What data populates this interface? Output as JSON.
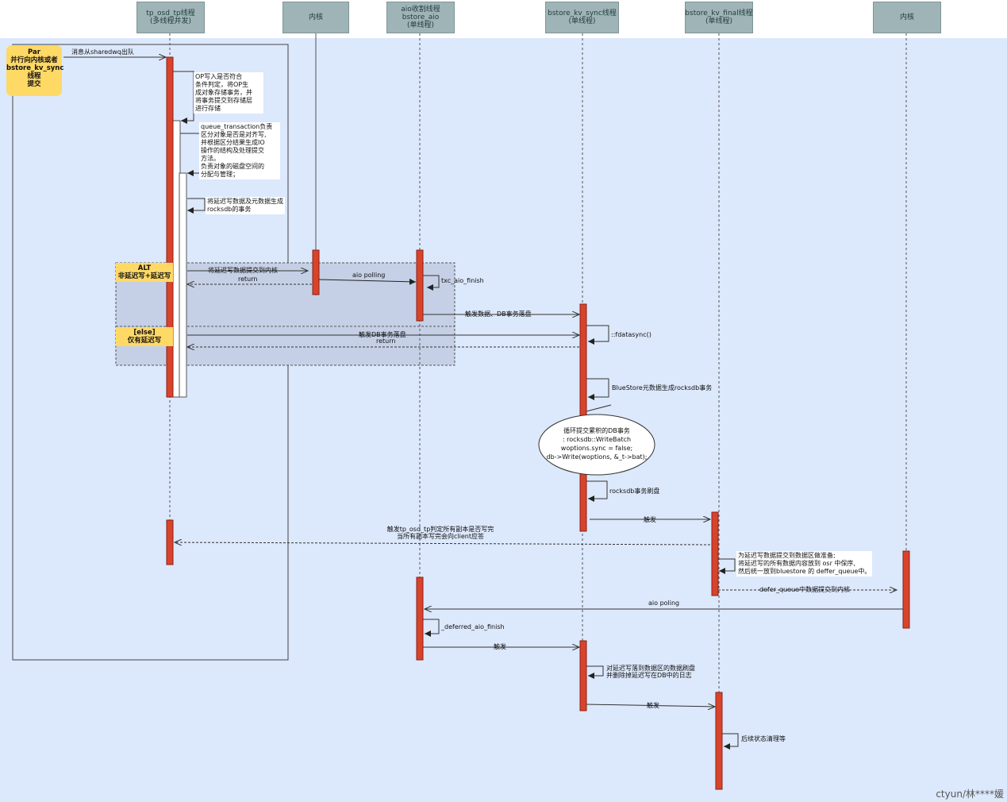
{
  "lifelines": [
    {
      "id": "tp",
      "lines": [
        "tp_osd_tp线程",
        "(多线程并发)"
      ]
    },
    {
      "id": "kernel1",
      "lines": [
        "内核"
      ]
    },
    {
      "id": "aio",
      "lines": [
        "aio收割线程",
        "bstore_aio",
        "(单线程)"
      ]
    },
    {
      "id": "kvsync",
      "lines": [
        "bstore_kv_sync线程",
        "(单线程)"
      ]
    },
    {
      "id": "kvfinal",
      "lines": [
        "bstore_kv_final线程",
        "(单线程)"
      ]
    },
    {
      "id": "kernel2",
      "lines": [
        "内核"
      ]
    }
  ],
  "par_tag": {
    "lines": [
      "Par",
      "并行向内核或者",
      "bstore_kv_sync",
      "线程",
      "提交"
    ]
  },
  "alt_tag": {
    "lines": [
      "ALT",
      "非延迟写+延迟写"
    ]
  },
  "else_tag": {
    "lines": [
      "[else]",
      "仅有延迟写"
    ]
  },
  "messages": {
    "m_dequeue": "消息从sharedwq出队",
    "m_aio_submit": "将延迟写数据提交到内核",
    "m_return1": "return",
    "m_aio_polling": "aio polling",
    "m_txc_aio_finish": "txc_aio_finish",
    "m_trigger_db": "触发数据、DB事务落盘",
    "m_trigger_db2": "触发DB事务落盘",
    "m_return2": "return",
    "m_fdatasync": "::fdatasync()",
    "m_bluestore_meta": "BlueStore元数据生成rocksdb事务",
    "m_rocksdb_flush": "rocksdb事务刷盘",
    "m_trigger1": "触发",
    "m_deferred_aio_finish": "_deferred_aio_finish",
    "m_trigger2": "触发",
    "m_trigger3": "触发",
    "m_aio_poling": "aio poling",
    "m_defer_queue": "defer_queue中数据提交到内核",
    "m_after": "后续状态清理等"
  },
  "notes": {
    "n_op": [
      "OP写入是否符合",
      "条件判定，将OP生",
      "成对象存储事务，并",
      "将事务提交到存储层",
      "进行存储"
    ],
    "n_queue": [
      "queue_transaction负责",
      "区分对象是否是对齐写,",
      "并根据区分结果生成IO",
      "操作的结构及处理提交",
      "方法。",
      "负责对象的磁盘空间的",
      "分配与管理；"
    ],
    "n_defer": [
      "将延迟写数据及元数据生成",
      "rocksdb的事务"
    ],
    "n_loop": [
      "循环提交累积的DB事务",
      ": rocksdb::WriteBatch",
      "woptions.sync = false;",
      "db->Write(woptions, &_t->bat);"
    ],
    "n_reply": [
      "触发tp_osd_tp判定所有副本是否写完",
      "当所有副本写完会向client应答"
    ],
    "n_final": [
      "为延迟写数据提交到数据区做准备;",
      "将延迟写的所有数据内容放到 osr 中保序,",
      "然后统一放到bluestore 的 deffer_queue中。"
    ],
    "n_sync": [
      "对延迟写落到数据区的数据刷盘",
      "并删除掉延迟写在DB中的日志"
    ]
  },
  "watermark": "ctyun/林****媛",
  "colors": {
    "activation": "#d9432b",
    "frame_bg": "#dce8fb",
    "fragment_bg": "#c5d0e6",
    "tag": "#ffd966",
    "header": "#9fb4b6"
  }
}
